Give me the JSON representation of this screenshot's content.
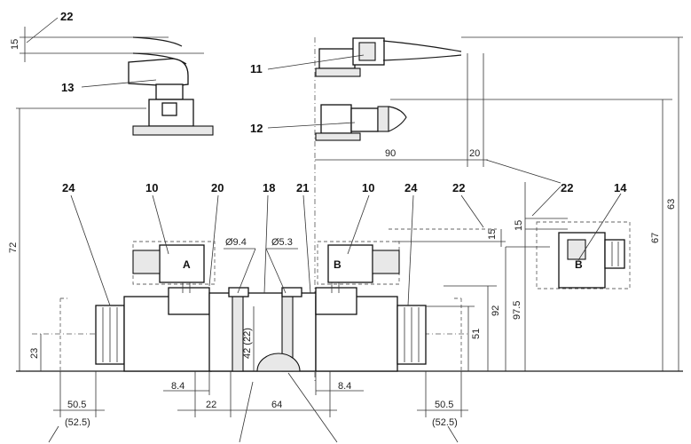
{
  "labels": {
    "n22": "22",
    "n13": "13",
    "n11": "11",
    "n12": "12",
    "n24": "24",
    "n10": "10",
    "n20": "20",
    "n18": "18",
    "n21": "21",
    "n14": "14",
    "A": "A",
    "B": "B"
  },
  "dimensions": {
    "d15": "15",
    "d72": "72",
    "d63": "63",
    "d67": "67",
    "d90": "90",
    "d20": "20",
    "d9_4": "Ø9.4",
    "d5_3": "Ø5.3",
    "d92": "92",
    "d97_5": "97.5",
    "d51": "51",
    "d42": "42 (22)",
    "d23": "23",
    "d8_4": "8.4",
    "d22": "22",
    "d64": "64",
    "d50_5": "50.5",
    "d52_5": "(52.5)"
  }
}
